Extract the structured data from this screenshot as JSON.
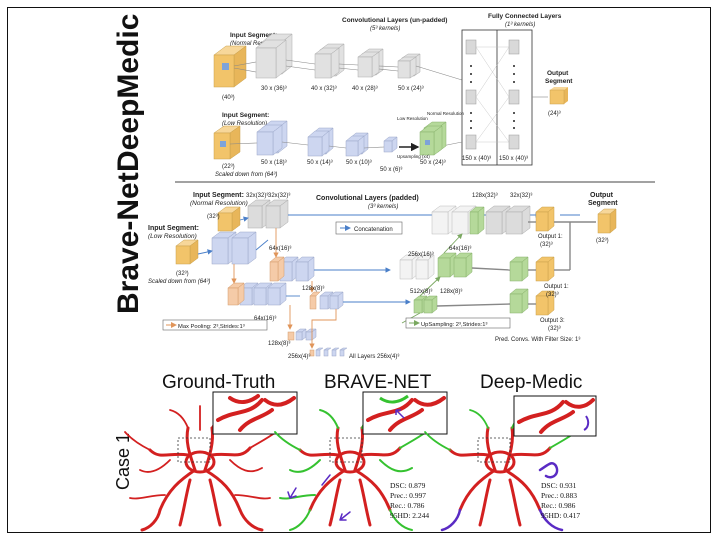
{
  "deepmedic": {
    "section_title": "DeepMedic",
    "input_normal_title": "Input Segment:",
    "input_normal_sub": "(Normal Resolution)",
    "input_normal_size": "(40³)",
    "conv_title": "Convolutional Layers (un-padded)",
    "conv_sub": "(5³ kernels)",
    "fc_title": "Fully Connected Layers",
    "fc_sub": "(1³ kernels)",
    "normal_path_sizes": [
      "30 x (36)³",
      "40 x (32)³",
      "40 x (28)³",
      "50 x (24)³"
    ],
    "input_low_title": "Input Segment:",
    "input_low_sub": "(Low Resolution)",
    "input_low_size": "(22³)",
    "scaled": "Scaled down from (64³)",
    "low_path_sizes": [
      "50 x (18)³",
      "50 x (14)³",
      "50 x (10)³",
      "50 x (6)³",
      "50 x (24)³"
    ],
    "low_res_label": "Low Resolution",
    "normal_res_label": "Normal Resolution",
    "upsampling": "Upsampling (x4)",
    "fc_sizes": [
      "150 x (40)³",
      "150 x (40)³"
    ],
    "output_title": "Output",
    "output_sub": "Segment",
    "output_size": "(24)³"
  },
  "bravenet": {
    "section_title": "Brave-Net",
    "input_normal_title": "Input Segment:",
    "input_normal_sub": "(Normal Resolution)",
    "input_normal_size": "(32³)",
    "conv_title": "Convolutional Layers (padded)",
    "conv_sub": "(3³ kernels)",
    "input_low_title": "Input Segment:",
    "input_low_sub": "(Low Resolution)",
    "input_low_size": "(32³)",
    "scaled": "Scaled down from (64³)",
    "size_labels": [
      "32x(32)³",
      "32x(32)³",
      "64x(16)³",
      "128x(8)³",
      "256x(4)³",
      "64x(16)³",
      "128x(8)³",
      "128x(32)³",
      "32x(32)³",
      "256x(16)³",
      "64x(16)³",
      "512x(8)³",
      "128x(8)³",
      "All Layers 256x(4)³"
    ],
    "concatenation": "Concatenation",
    "max_pooling": "Max Pooling: 2³,Strides:1³",
    "upsampling": "UpSampling: 2³,Strides:1³",
    "pred_convs": "Pred. Convs. With Filter Size: 1³",
    "output_title": "Output",
    "output_sub": "Segment",
    "output_size": "(32³)",
    "output1a_label": "Output 1:",
    "output1a_size": "(32)³",
    "output1b_label": "Output 1:",
    "output1b_size": "(32)³",
    "output3_label": "Output 3:",
    "output3_size": "(32)³"
  },
  "results": {
    "case_label": "Case 1",
    "titles": [
      "Ground-Truth",
      "BRAVE-NET",
      "Deep-Medic"
    ],
    "bravenet_metrics": [
      "DSC: 0.879",
      "Prec.: 0.997",
      "Rec.: 0.786",
      "95HD: 2.244"
    ],
    "deepmedic_metrics": [
      "DSC: 0.931",
      "Prec.: 0.883",
      "Rec.: 0.986",
      "95HD: 0.417"
    ]
  },
  "colors": {
    "input": "#f2c46a",
    "conv_gray": "#d9d9d9",
    "low_blue": "#c9d3ee",
    "green": "#a7d08c",
    "orange": "#f2c19f",
    "vessel_red": "#d32020",
    "overlay_green": "#35c230",
    "overlay_purple": "#5a2bc4"
  }
}
